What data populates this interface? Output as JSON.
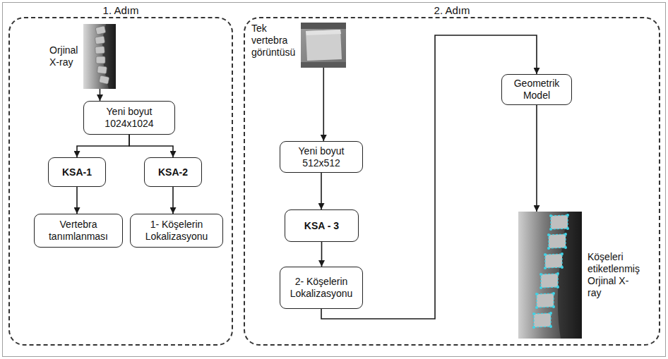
{
  "diagram": {
    "nodes": [
      {
        "text": [
          "1. Adım"
        ]
      },
      {
        "text": [
          "Orjinal X-ray"
        ],
        "in": 0
      },
      {
        "text": [
          "Yeni boyut 1024x1024"
        ],
        "in": 0
      },
      {
        "text": [
          "KSA-1"
        ],
        "in": 0
      },
      {
        "text": [
          "KSA-2"
        ],
        "in": 0
      },
      {
        "text": [
          "Vertebra tanımlanması"
        ],
        "in": 0
      },
      {
        "text": [
          "1- Köşelerin Lokalizasyonu"
        ],
        "in": 0
      },
      {
        "text": [
          "2. Adım"
        ]
      },
      {
        "text": [
          "Tek vertebra görüntüsü"
        ],
        "in": 7
      },
      {
        "text": [
          "Yeni boyut 512x512"
        ],
        "in": 7
      },
      {
        "text": [
          "KSA - 3"
        ],
        "in": 7
      },
      {
        "text": [
          "2- Köşelerin Lokalizasyonu"
        ],
        "in": 7
      },
      {
        "text": [
          "Geometrik Model"
        ],
        "in": 7
      },
      {
        "text": [
          "Köşeleri etiketlenmiş Orjinal X-ray"
        ],
        "in": 7
      }
    ],
    "edges": [
      {
        "from": 1,
        "to": 2,
        "arrow": "to"
      },
      {
        "from": 2,
        "to": 3,
        "arrow": "to"
      },
      {
        "from": 2,
        "to": 4,
        "arrow": "to"
      },
      {
        "from": 3,
        "to": 5,
        "arrow": "to"
      },
      {
        "from": 4,
        "to": 6,
        "arrow": "to"
      },
      {
        "from": 8,
        "to": 9,
        "arrow": "to"
      },
      {
        "from": 9,
        "to": 10,
        "arrow": "to"
      },
      {
        "from": 10,
        "to": 11,
        "arrow": "to"
      },
      {
        "from": 11,
        "to": 12,
        "arrow": "to"
      },
      {
        "from": 12,
        "to": 13,
        "arrow": "to"
      }
    ]
  }
}
